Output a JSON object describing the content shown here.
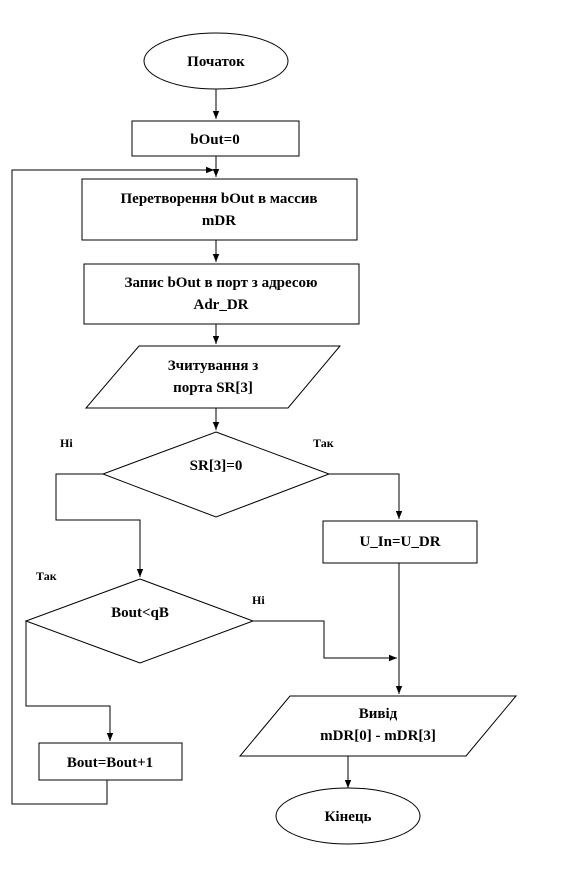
{
  "nodes": {
    "start": "Початок",
    "init": "bOut=0",
    "convert": [
      "Перетворення bOut в массив",
      "mDR"
    ],
    "write": [
      "Запис bOut в порт з адресою",
      "Adr_DR"
    ],
    "read": [
      "Зчитування з",
      "порта SR[3]"
    ],
    "decision1": "SR[3]=0",
    "assign": "U_In=U_DR",
    "decision2": "Bout<qB",
    "increment": "Bout=Bout+1",
    "output": [
      "Вивід",
      "mDR[0]  - mDR[3]"
    ],
    "end": "Кінець"
  },
  "branch_labels": {
    "d1_no": "Ні",
    "d1_yes": "Так",
    "d2_yes": "Так",
    "d2_no": "Ні"
  },
  "colors": {
    "stroke": "#000000",
    "fill": "#ffffff"
  }
}
